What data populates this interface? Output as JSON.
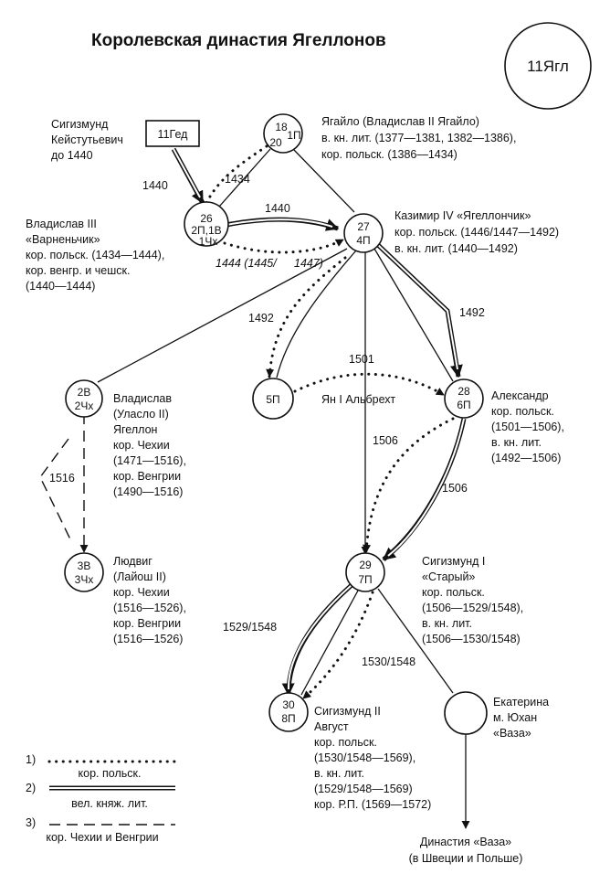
{
  "title": "Королевская династия Ягеллонов",
  "corner_code": "11Ягл",
  "nodes": {
    "gediminas_box": "11Гед",
    "jagiello": [
      "18",
      "20",
      "1П"
    ],
    "wladyslaw3": [
      "26",
      "2П,1В",
      "1Чх"
    ],
    "kazimierz4": [
      "27",
      "4П"
    ],
    "wladyslaw_ulaslo": [
      "2В",
      "2Чх"
    ],
    "jan_olbracht": [
      "5П"
    ],
    "aleksander": [
      "28",
      "6П"
    ],
    "ludwig": [
      "3В",
      "3Чх"
    ],
    "zygmunt1": [
      "29",
      "7П"
    ],
    "zygmunt2": [
      "30",
      "8П"
    ]
  },
  "labels": {
    "sigismund_k": [
      "Сигизмунд",
      "Кейстутьевич",
      "до 1440"
    ],
    "jagiello": [
      "Ягайло (Владислав II Ягайло)",
      "в. кн. лит. (1377—1381, 1382—1386),",
      "кор. польск. (1386—1434)"
    ],
    "wladyslaw3": [
      "Владислав III",
      "«Варненьчик»",
      "кор. польск. (1434—1444),",
      "кор. венгр. и чешск.",
      "(1440—1444)"
    ],
    "kazimierz4": [
      "Казимир IV «Ягеллончик»",
      "кор. польск. (1446/1447—1492)",
      "в. кн. лит. (1440—1492)"
    ],
    "wladyslaw_ulaslo": [
      "Владислав",
      "(Уласло II)",
      "Ягеллон",
      "кор. Чехии",
      "(1471—1516),",
      "кор. Венгрии",
      "(1490—1516)"
    ],
    "jan_olbracht": [
      "Ян I Альбрехт"
    ],
    "aleksander": [
      "Александр",
      "кор. польск.",
      "(1501—1506),",
      "в. кн. лит.",
      "(1492—1506)"
    ],
    "ludwig": [
      "Людвиг",
      "(Лайош II)",
      "кор. Чехии",
      "(1516—1526),",
      "кор. Венгрии",
      "(1516—1526)"
    ],
    "zygmunt1": [
      "Сигизмунд I",
      "«Старый»",
      "кор. польск.",
      "(1506—1529/1548),",
      "в. кн. лит.",
      "(1506—1530/1548)"
    ],
    "ekaterina": [
      "Екатерина",
      "м. Юхан",
      "«Ваза»"
    ],
    "zygmunt2": [
      "Сигизмунд II",
      "Август",
      "кор. польск.",
      "(1530/1548—1569),",
      "в. кн. лит.",
      "(1529/1548—1569)",
      "кор. Р.П. (1569—1572)"
    ],
    "vasa": [
      "Династия «Ваза»",
      "(в Швеции и Польше)"
    ]
  },
  "edge_labels": {
    "y1440_left": "1440",
    "y1434": "1434",
    "y1440_top": "1440",
    "y1444": "1444 (1445/",
    "y1447": "1447)",
    "y1492_left": "1492",
    "y1492_right": "1492",
    "y1501": "1501",
    "y1506_a": "1506",
    "y1506_b": "1506",
    "y1516": "1516",
    "y1529": "1529/1548",
    "y1530": "1530/1548"
  },
  "legend": [
    {
      "num": "1)",
      "text": "кор. польск."
    },
    {
      "num": "2)",
      "text": "вел. княж. лит."
    },
    {
      "num": "3)",
      "text": "кор. Чехии и Венгрии"
    }
  ]
}
